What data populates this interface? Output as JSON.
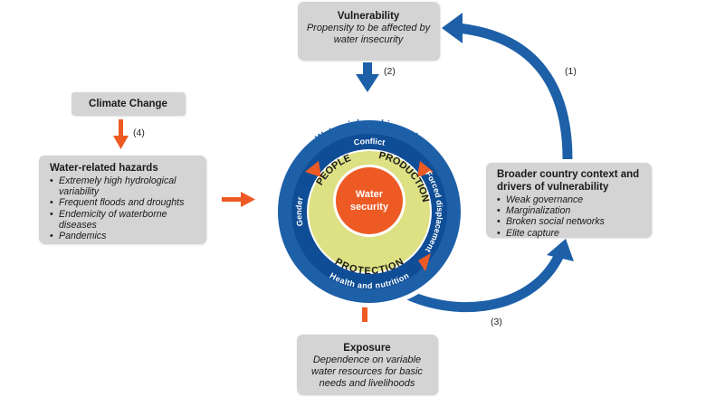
{
  "vulnerability": {
    "title": "Vulnerability",
    "description": "Propensity to be affected by water insecurity"
  },
  "climate": {
    "title": "Climate Change"
  },
  "hazards": {
    "title": "Water-related hazards",
    "items": [
      "Extremely high hydrological variability",
      "Frequent floods and droughts",
      "Endemicity of waterborne diseases",
      "Pandemics"
    ]
  },
  "context": {
    "title": "Broader country context and drivers of vulnerability",
    "items": [
      "Weak governance",
      "Marginalization",
      "Broken social networks",
      "Elite capture"
    ]
  },
  "exposure": {
    "title": "Exposure",
    "description": "Dependence on variable water resources for basic needs and livelihoods"
  },
  "ring": {
    "outer_label": "Water risk and impacts",
    "conflict": "Conflict",
    "forced_displacement": "Forced displacement",
    "health": "Health and nutrition",
    "gender": "Gender",
    "people": "PEOPLE",
    "production": "PRODUCTION",
    "protection": "PROTECTION",
    "core_line1": "Water",
    "core_line2": "security"
  },
  "labels": {
    "n1": "(1)",
    "n2": "(2)",
    "n3": "(3)",
    "n4": "(4)"
  },
  "colors": {
    "blue": "#1d60a8",
    "dark_blue": "#0f4d96",
    "yellow_green": "#dde183",
    "orange": "#ee5a24",
    "box_gray": "#d4d4d4"
  }
}
